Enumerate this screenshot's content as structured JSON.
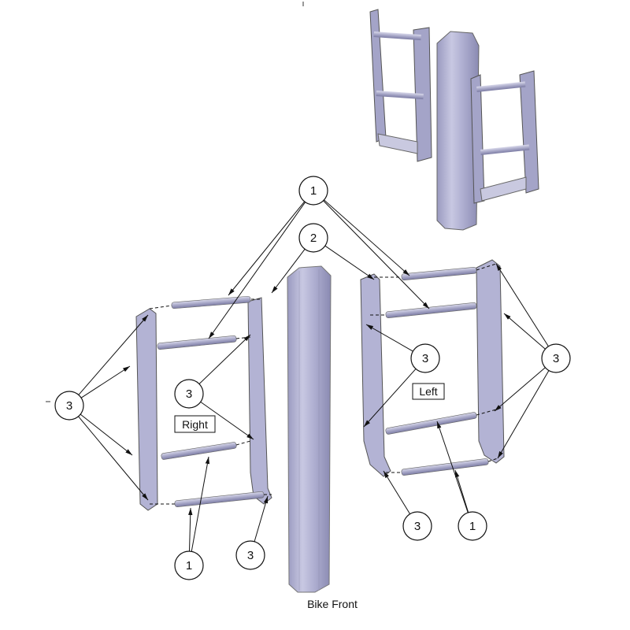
{
  "labels": {
    "right": "Right",
    "left": "Left",
    "bike_front": "Bike Front"
  },
  "callouts": [
    "1",
    "2",
    "3",
    "3",
    "3",
    "3",
    "3",
    "1",
    "1",
    "3"
  ],
  "colors": {
    "part_fill": "#b9b9d6",
    "part_shade": "#8e8eb4",
    "part_light": "#d6d6ea",
    "line": "#111111"
  }
}
